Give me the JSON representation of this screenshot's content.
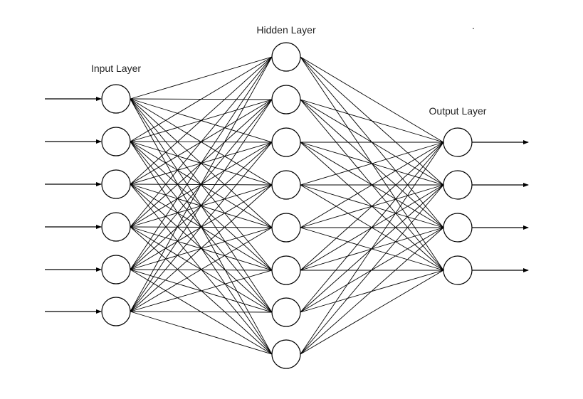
{
  "diagram": {
    "type": "neural-network",
    "colors": {
      "stroke": "#000000",
      "node_fill": "#ffffff",
      "background": "#ffffff",
      "label": "#222222"
    },
    "layers": [
      {
        "label": "Input Layer",
        "nodes": 6,
        "incoming_arrows": true
      },
      {
        "label": "Hidden Layer",
        "nodes": 8
      },
      {
        "label": "Output Layer",
        "nodes": 4,
        "outgoing_arrows": true
      }
    ],
    "connectivity": "fully-connected",
    "stray_mark": "."
  }
}
